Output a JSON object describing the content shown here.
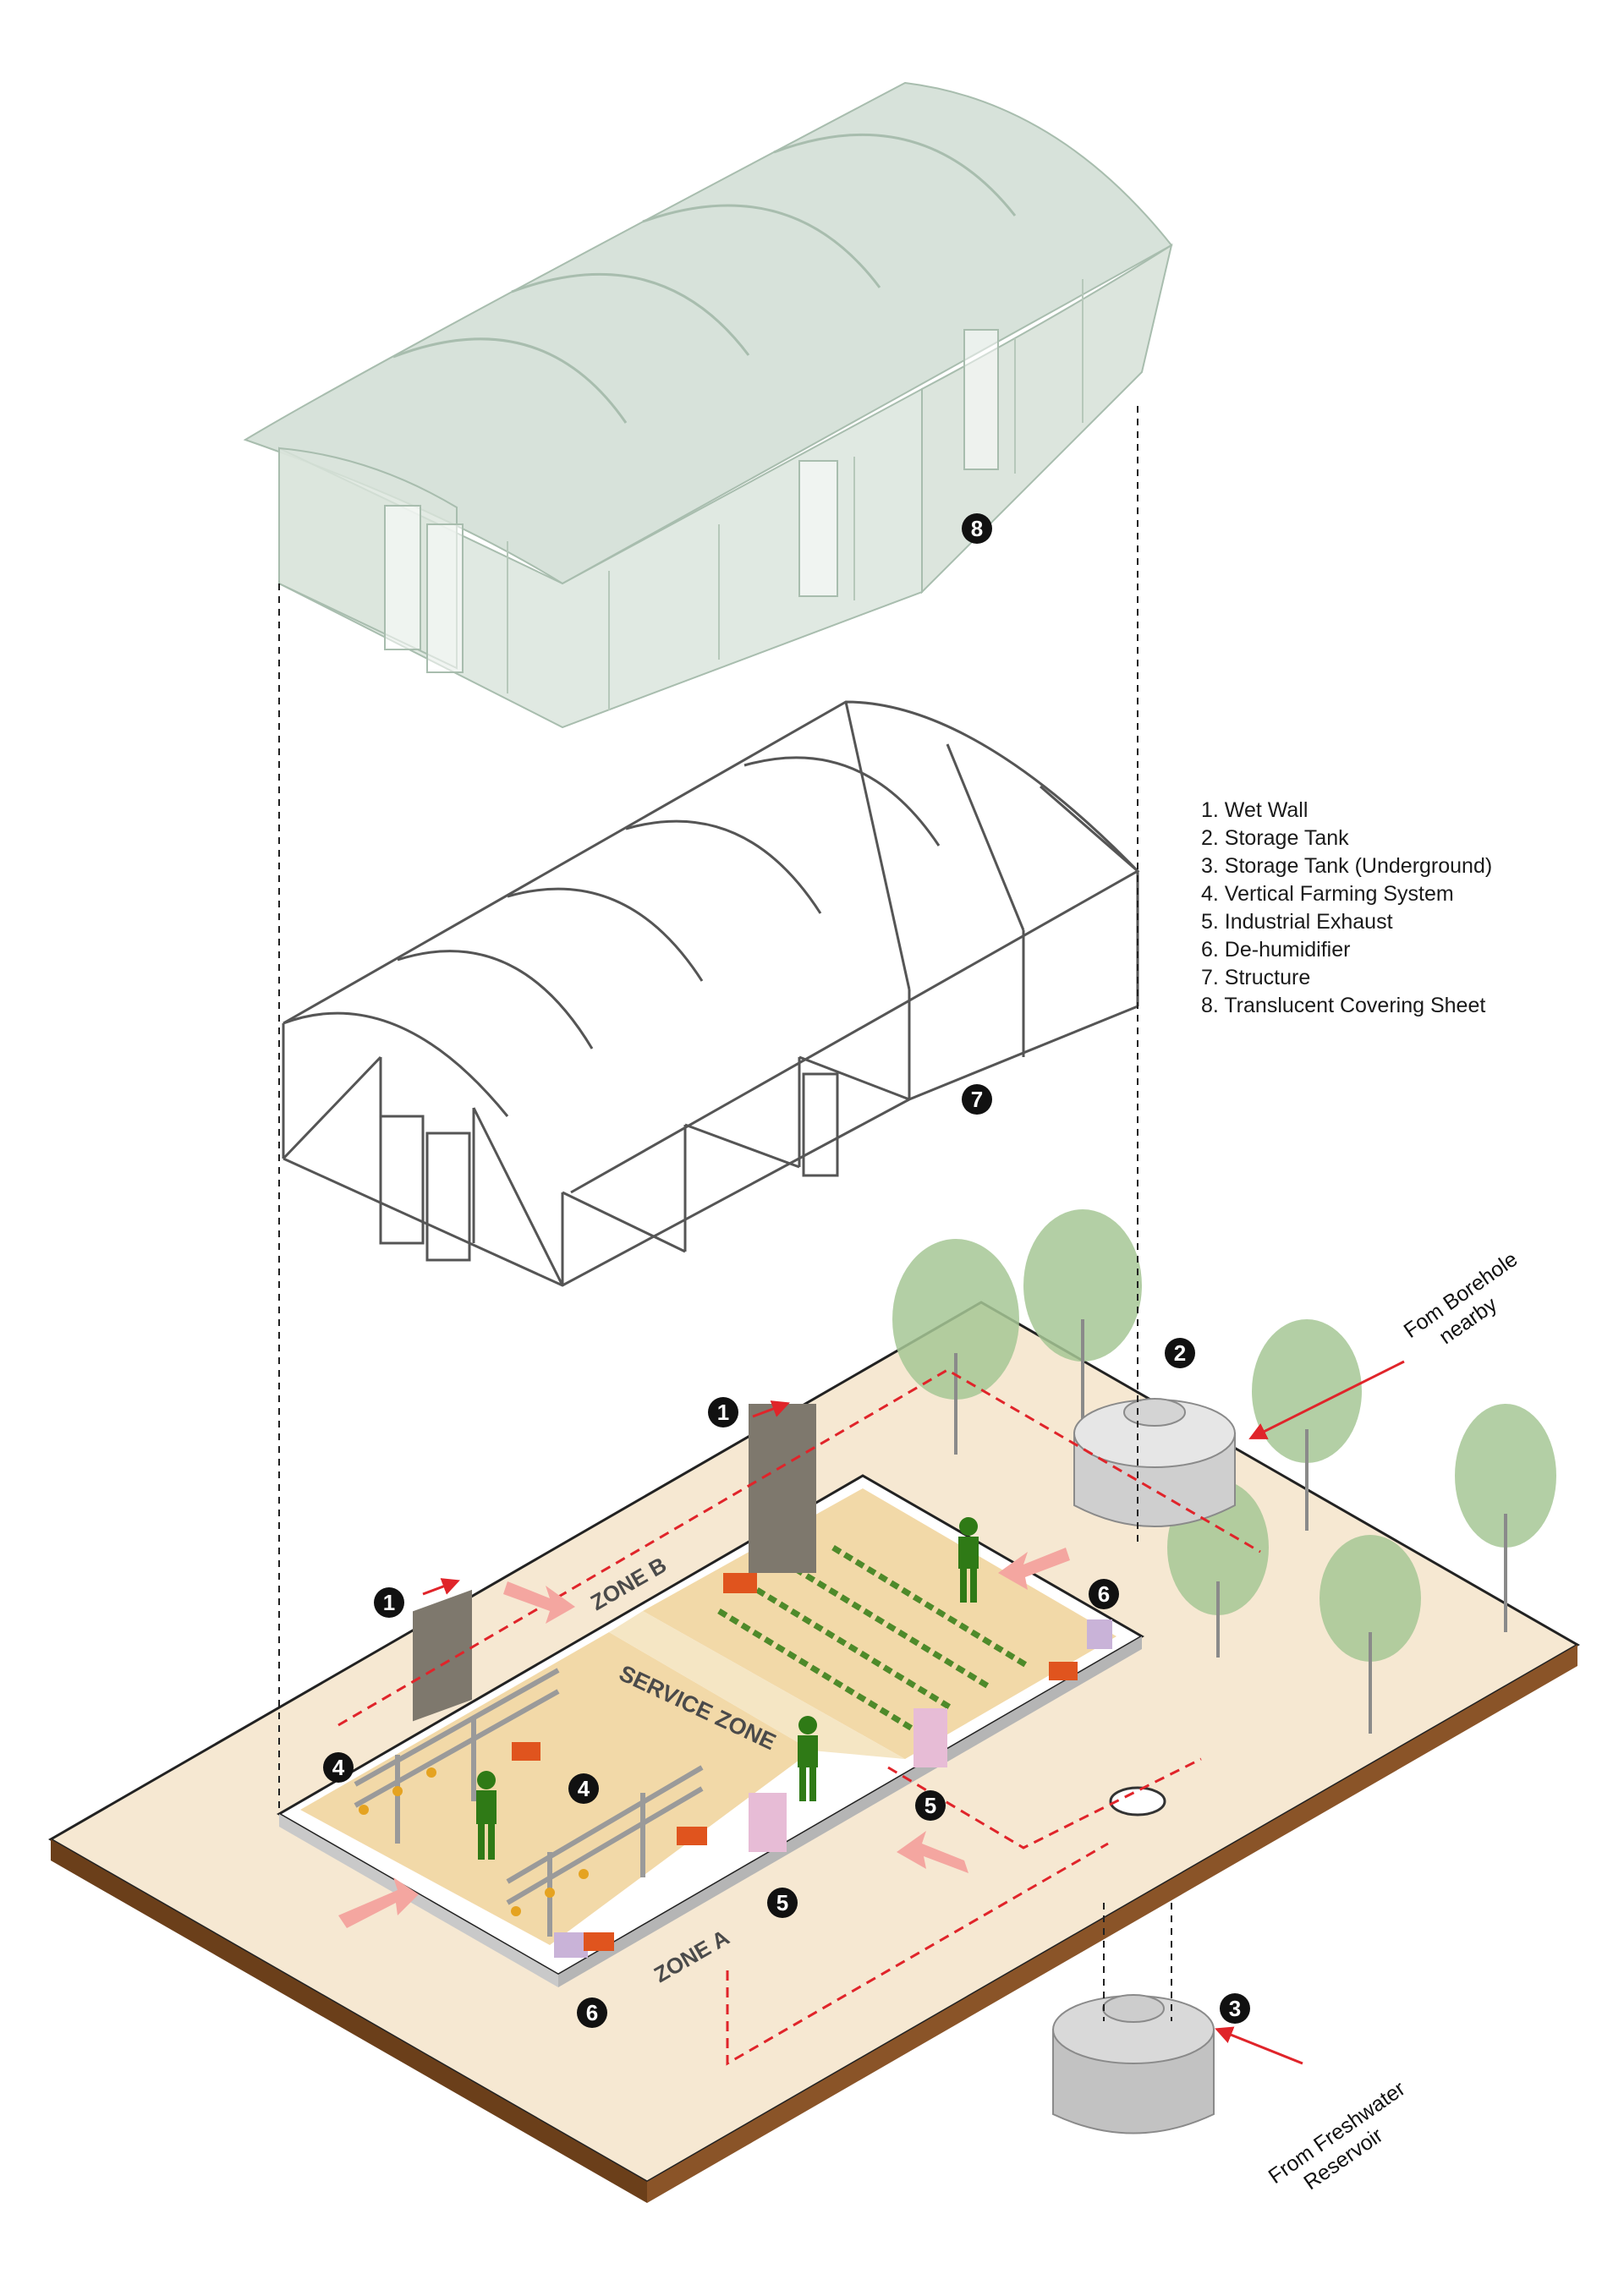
{
  "legend": [
    "1. Wet Wall",
    "2. Storage Tank",
    "3. Storage Tank (Underground)",
    "4. Vertical Farming System",
    "5. Industrial Exhaust",
    "6. De-humidifier",
    "7. Structure",
    "8. Translucent Covering Sheet"
  ],
  "zones": {
    "zone_a": "ZONE A",
    "zone_b": "ZONE B",
    "service": "SERVICE ZONE"
  },
  "notes": {
    "borehole_line1": "Fom Borehole",
    "borehole_line2": "nearby",
    "reservoir_line1": "From Freshwater",
    "reservoir_line2": "Reservoir"
  },
  "badges": {
    "b1": "1",
    "b2": "2",
    "b3": "3",
    "b4": "4",
    "b5": "5",
    "b6": "6",
    "b7": "7",
    "b8": "8"
  },
  "colors": {
    "ground": "#f6e8d2",
    "ground_edge": "#6b3f1a",
    "floor": "#f2d9a8",
    "cover": "#c7d6cb",
    "flow": "#e0242a",
    "air_arrow": "#f4a6a0",
    "person": "#2f7a16",
    "tree": "#9cc28b"
  }
}
